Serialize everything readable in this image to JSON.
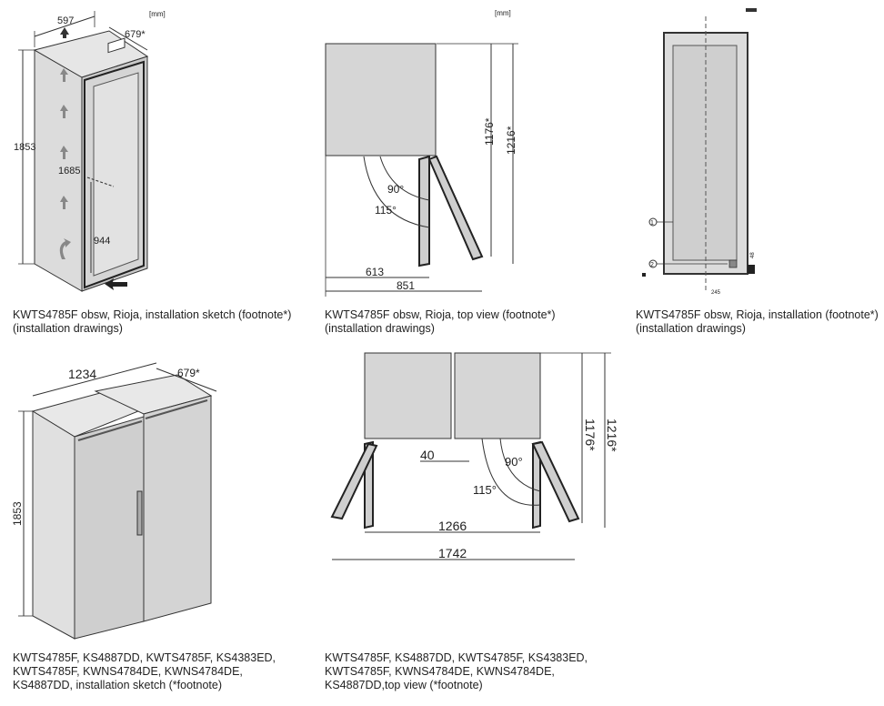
{
  "unit_label": "[mm]",
  "panels": {
    "p1": {
      "dims": {
        "width": "597",
        "depth": "679*",
        "height": "1853",
        "h1": "1685",
        "h2": "944"
      },
      "caption": "KWTS4785F obsw, Rioja, installation sketch (footnote*)\n(installation drawings)"
    },
    "p2": {
      "dims": {
        "d1": "1176*",
        "d2": "1216*",
        "a1": "90°",
        "a2": "115°",
        "w1": "613",
        "w2": "851"
      },
      "caption": "KWTS4785F obsw, Rioja, top view (footnote*)\n(installation drawings)"
    },
    "p3": {
      "callouts": [
        "1",
        "2"
      ],
      "dims": {
        "d1": "48",
        "d2": "245"
      },
      "caption": "KWTS4785F obsw, Rioja, installation (footnote*)\n(installation drawings)"
    },
    "p4": {
      "dims": {
        "width": "1234",
        "depth": "679*",
        "height": "1853"
      },
      "caption": "KWTS4785F, KS4887DD, KWTS4785F, KS4383ED,\nKWTS4785F, KWNS4784DE, KWNS4784DE,\nKS4887DD, installation sketch (*footnote)"
    },
    "p5": {
      "dims": {
        "gap": "40",
        "a1": "90°",
        "a2": "115°",
        "d1": "1176*",
        "d2": "1216*",
        "w1": "1266",
        "w2": "1742"
      },
      "caption": "KWTS4785F, KS4887DD, KWTS4785F, KS4383ED,\nKWTS4785F, KWNS4784DE, KWNS4784DE,\nKS4887DD,top view (*footnote)"
    }
  }
}
